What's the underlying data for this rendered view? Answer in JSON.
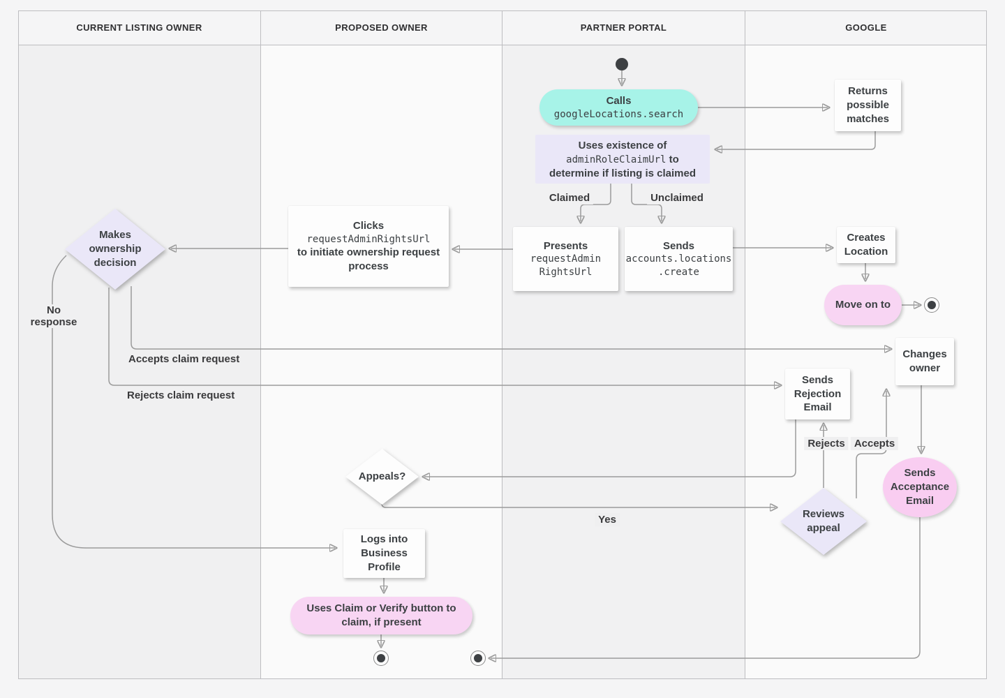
{
  "lanes": [
    {
      "label": "CURRENT LISTING OWNER"
    },
    {
      "label": "PROPOSED OWNER"
    },
    {
      "label": "PARTNER PORTAL"
    },
    {
      "label": "GOOGLE"
    }
  ],
  "nodes": {
    "calls": {
      "title": "Calls",
      "code": "googleLocations.search"
    },
    "returns_matches": {
      "text": "Returns possible matches"
    },
    "uses_existence": {
      "line1": "Uses existence of",
      "code": "adminRoleClaimUrl",
      "line2_suffix": "to",
      "line3": "determine if listing is claimed"
    },
    "presents": {
      "title": "Presents",
      "code_lines": [
        "requestAdmin",
        "RightsUrl"
      ]
    },
    "sends_create": {
      "title": "Sends",
      "code_lines": [
        "accounts.locations",
        ".create"
      ]
    },
    "creates_location": {
      "text": "Creates Location"
    },
    "move_on": {
      "text": "Move on to"
    },
    "clicks": {
      "title": "Clicks",
      "code": "requestAdminRightsUrl",
      "rest": "to initiate ownership request process"
    },
    "makes_decision": {
      "text": "Makes ownership decision"
    },
    "sends_rejection": {
      "text": "Sends Rejection Email"
    },
    "changes_owner": {
      "text": "Changes owner"
    },
    "sends_acceptance": {
      "text": "Sends Acceptance Email"
    },
    "appeals": {
      "text": "Appeals?"
    },
    "reviews_appeal": {
      "text": "Reviews appeal"
    },
    "logs_in": {
      "text": "Logs into Business Profile"
    },
    "uses_claim_button": {
      "text": "Uses Claim or Verify button to claim, if present"
    }
  },
  "edge_labels": {
    "claimed": "Claimed",
    "unclaimed": "Unclaimed",
    "no_response": "No response",
    "accepts_claim": "Accepts claim request",
    "rejects_claim": "Rejects claim request",
    "yes": "Yes",
    "rejects": "Rejects",
    "accepts": "Accepts"
  },
  "colors": {
    "teal": "#a7f3e8",
    "lavender": "#eae7f8",
    "pink": "#f8d5f3",
    "pink_deep": "#f9cdf1",
    "line": "#9b9b9b",
    "arrow": "#757575",
    "text": "#3c4043"
  }
}
